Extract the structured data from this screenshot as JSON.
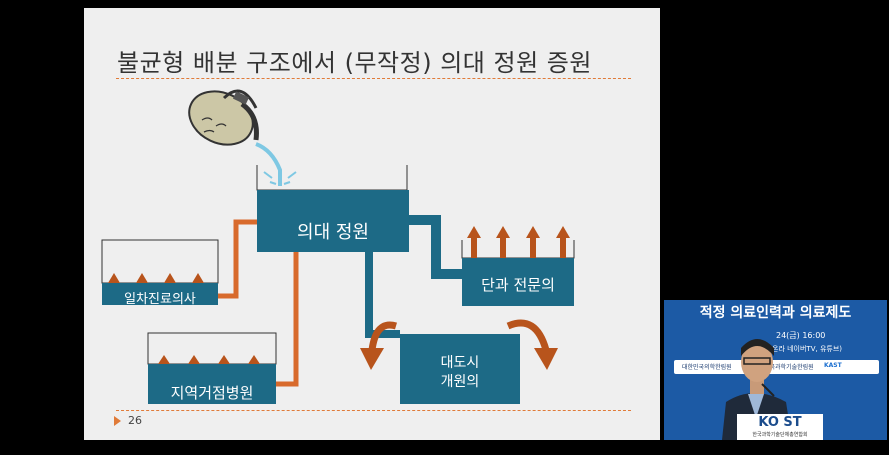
{
  "slide": {
    "title": "불균형 배분 구조에서 (무작정) 의대 정원 증원",
    "page_number": "26",
    "diagram": {
      "source_box": "의대 정원",
      "primary_care": "일차진료의사",
      "specialist": "단과 전문의",
      "regional_hospital": "지역거점병원",
      "metro_hospital_line1": "대도시",
      "metro_hospital_line2": "개원의"
    }
  },
  "pip": {
    "title": "적정 의료인력과 의료제도",
    "date_fragment": "24(금) 16:00",
    "platform_fragment": "온라 네이버TV, 유튜브)",
    "logo_1": "대한민국의학한림원",
    "logo_2": "한국과학기술한림원",
    "logo_3": "KAST",
    "podium_logo": "KO ST",
    "podium_sub": "한국과학기술단체총연합회"
  },
  "colors": {
    "teal": "#1d6a86",
    "orange_pipe": "#d86a2c",
    "arrow_orange": "#b8541c",
    "background": "#000000",
    "slide_bg": "#efefef",
    "pip_blue": "#1c5aa5"
  },
  "icons": [
    "kettle-icon",
    "water-pour-icon",
    "up-arrow-icon",
    "curved-arrow-icon"
  ]
}
